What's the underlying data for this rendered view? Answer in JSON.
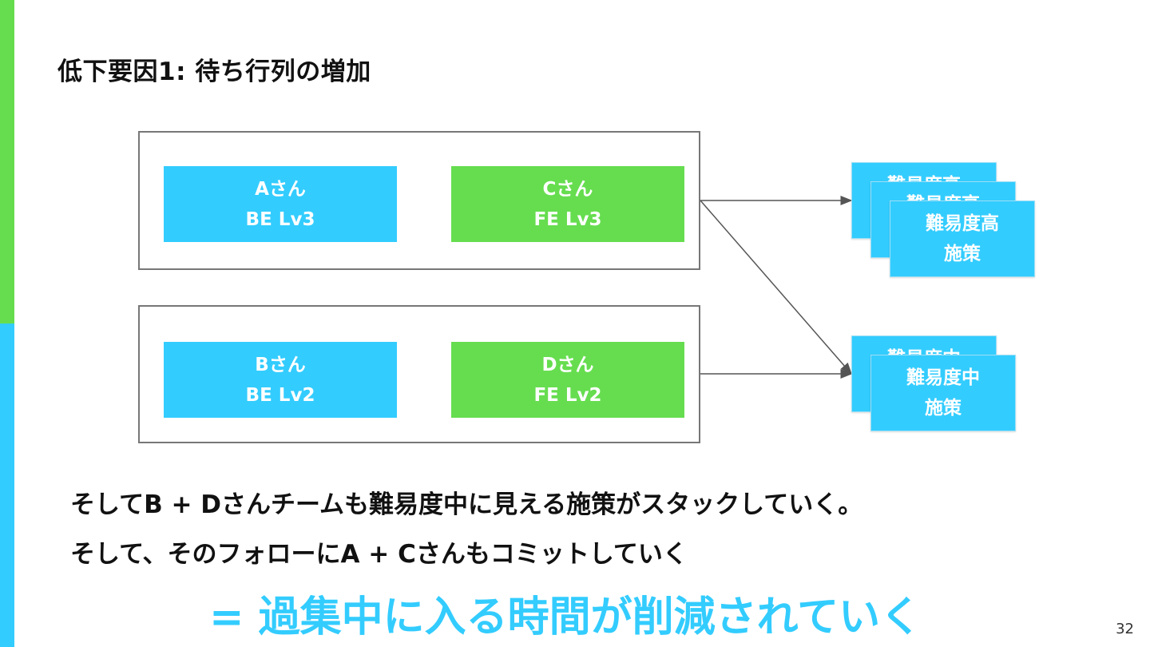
{
  "slide": {
    "title": "低下要因1: 待ち行列の増加",
    "page_number": "32",
    "colors": {
      "green": "#66dd4f",
      "blue": "#33ccff"
    }
  },
  "teams": [
    {
      "members": [
        {
          "name": "Aさん",
          "level": "BE Lv3",
          "color": "#33ccff"
        },
        {
          "name": "Cさん",
          "level": "FE Lv3",
          "color": "#66dd4f"
        }
      ]
    },
    {
      "members": [
        {
          "name": "Bさん",
          "level": "BE Lv2",
          "color": "#33ccff"
        },
        {
          "name": "Dさん",
          "level": "FE Lv2",
          "color": "#66dd4f"
        }
      ]
    }
  ],
  "tasks": {
    "high": {
      "line1": "難易度高",
      "line2": "施策"
    },
    "medium": {
      "line1": "難易度中",
      "line2": "施策"
    }
  },
  "body": {
    "line1": "そしてB + Dさんチームも難易度中に見える施策がスタックしていく。",
    "line2": "そして、そのフォローにA + Cさんもコミットしていく",
    "conclusion": "= 過集中に入る時間が削減されていく"
  }
}
